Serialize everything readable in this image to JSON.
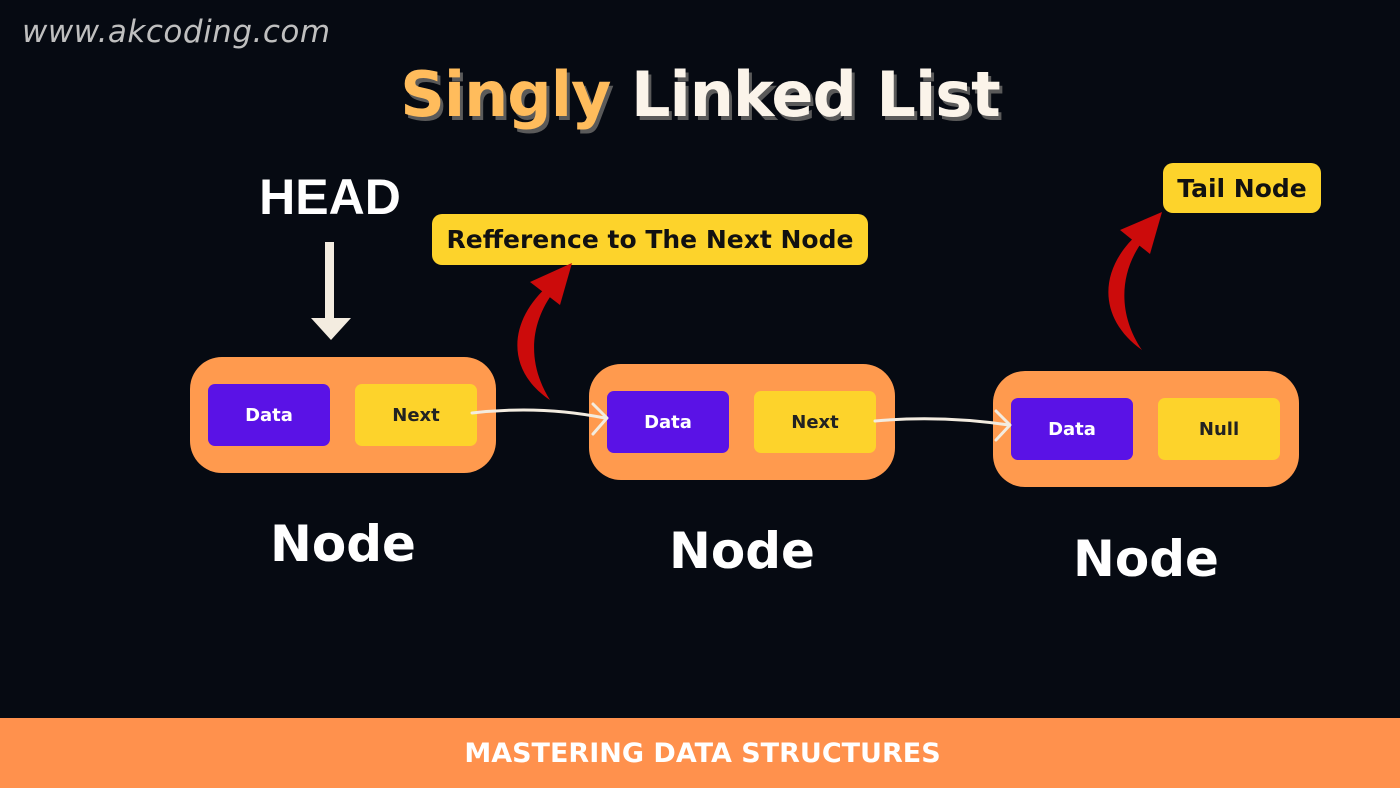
{
  "watermark": "www.akcoding.com",
  "title": {
    "accent": "Singly",
    "main": "Linked List"
  },
  "head_label": "HEAD",
  "callouts": {
    "next_reference": "Refference to The Next Node",
    "tail": "Tail Node"
  },
  "nodes": [
    {
      "data_label": "Data",
      "next_label": "Next",
      "caption": "Node"
    },
    {
      "data_label": "Data",
      "next_label": "Next",
      "caption": "Node"
    },
    {
      "data_label": "Data",
      "next_label": "Null",
      "caption": "Node"
    }
  ],
  "footer": "MASTERING DATA STRUCTURES",
  "colors": {
    "background": "#060a12",
    "node_fill": "#ff9a4e",
    "data_cell": "#5a12e6",
    "next_cell": "#fdd32b",
    "callout": "#fdd32b",
    "pointer_arrow": "#f3ece0",
    "curved_arrow": "#cc0b0b",
    "footer_band": "#ff914d"
  }
}
